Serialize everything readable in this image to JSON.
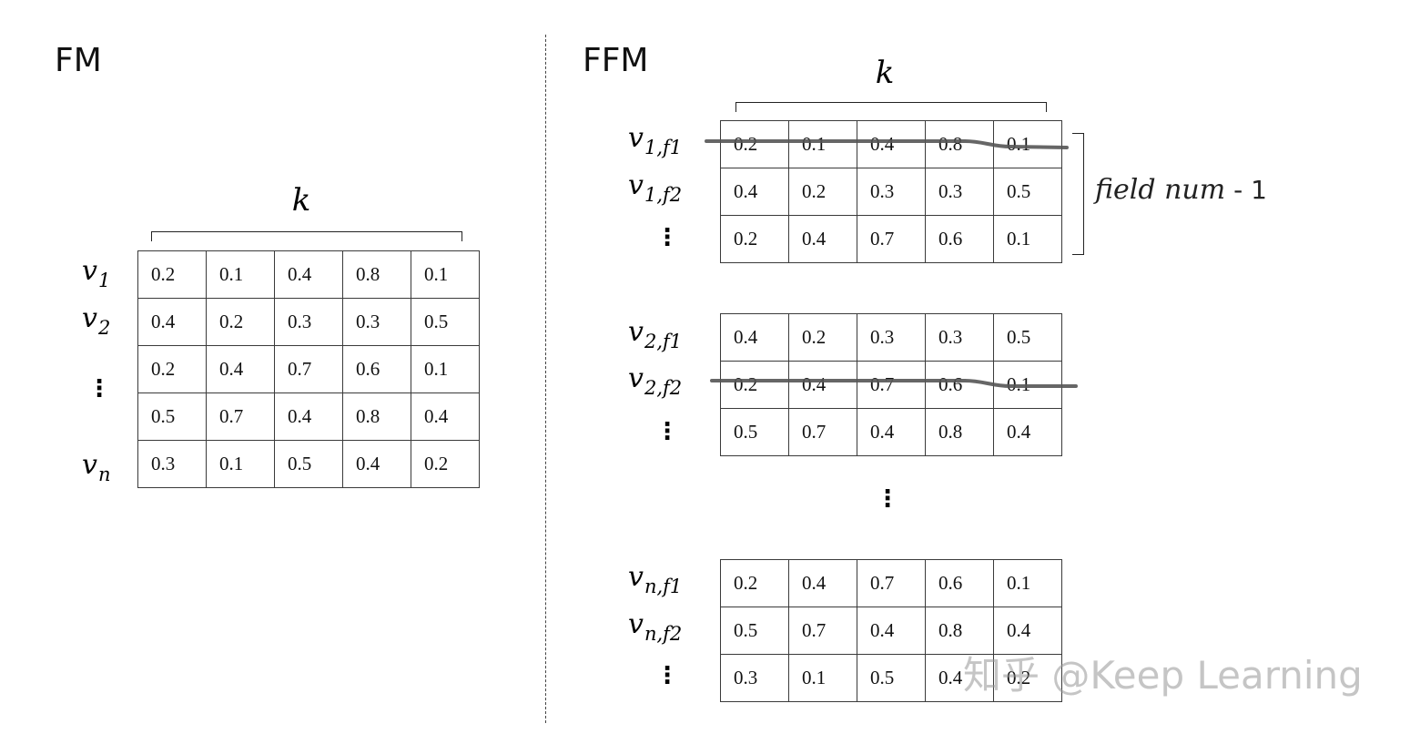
{
  "fm": {
    "title": "FM",
    "k_label": "k",
    "rows": [
      {
        "name": "v",
        "sub": "1",
        "values": [
          "0.2",
          "0.1",
          "0.4",
          "0.8",
          "0.1"
        ]
      },
      {
        "name": "v",
        "sub": "2",
        "values": [
          "0.4",
          "0.2",
          "0.3",
          "0.3",
          "0.5"
        ]
      },
      {
        "name": "",
        "sub": "",
        "values": [
          "0.2",
          "0.4",
          "0.7",
          "0.6",
          "0.1"
        ]
      },
      {
        "name": "",
        "sub": "",
        "values": [
          "0.5",
          "0.7",
          "0.4",
          "0.8",
          "0.4"
        ]
      },
      {
        "name": "v",
        "sub": "n",
        "values": [
          "0.3",
          "0.1",
          "0.5",
          "0.4",
          "0.2"
        ]
      }
    ],
    "ellipsis": "⋮"
  },
  "ffm": {
    "title": "FFM",
    "k_label": "k",
    "brace_label_italic": "field num",
    "brace_label_rest": " - 1",
    "between_ellipsis": "⋮",
    "blocks": [
      {
        "labels": [
          {
            "name": "v",
            "sub": "1,f1"
          },
          {
            "name": "v",
            "sub": "1,f2"
          }
        ],
        "ellipsis": "⋮",
        "rows": [
          [
            "0.2",
            "0.1",
            "0.4",
            "0.8",
            "0.1"
          ],
          [
            "0.4",
            "0.2",
            "0.3",
            "0.3",
            "0.5"
          ],
          [
            "0.2",
            "0.4",
            "0.7",
            "0.6",
            "0.1"
          ]
        ],
        "struck_row": 0
      },
      {
        "labels": [
          {
            "name": "v",
            "sub": "2,f1"
          },
          {
            "name": "v",
            "sub": "2,f2"
          }
        ],
        "ellipsis": "⋮",
        "rows": [
          [
            "0.4",
            "0.2",
            "0.3",
            "0.3",
            "0.5"
          ],
          [
            "0.2",
            "0.4",
            "0.7",
            "0.6",
            "0.1"
          ],
          [
            "0.5",
            "0.7",
            "0.4",
            "0.8",
            "0.4"
          ]
        ],
        "struck_row": 1
      },
      {
        "labels": [
          {
            "name": "v",
            "sub": "n,f1"
          },
          {
            "name": "v",
            "sub": "n,f2"
          }
        ],
        "ellipsis": "⋮",
        "rows": [
          [
            "0.2",
            "0.4",
            "0.7",
            "0.6",
            "0.1"
          ],
          [
            "0.5",
            "0.7",
            "0.4",
            "0.8",
            "0.4"
          ],
          [
            "0.3",
            "0.1",
            "0.5",
            "0.4",
            "0.2"
          ]
        ],
        "struck_row": null
      }
    ]
  },
  "watermark": "知乎 @Keep Learning",
  "colors": {
    "strike": "#555555",
    "grid": "#3a3a3a"
  }
}
